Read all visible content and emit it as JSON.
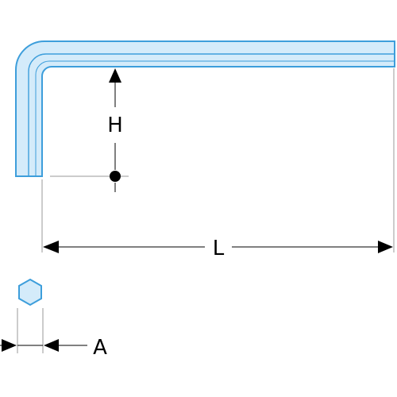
{
  "diagram": {
    "labels": {
      "height": "H",
      "length": "L",
      "across_flats": "A"
    },
    "colors": {
      "key_fill": "#d4ebfa",
      "key_outline": "#3d9edb",
      "dimension_line": "#000000",
      "extension_line": "#9a9a9a"
    }
  }
}
